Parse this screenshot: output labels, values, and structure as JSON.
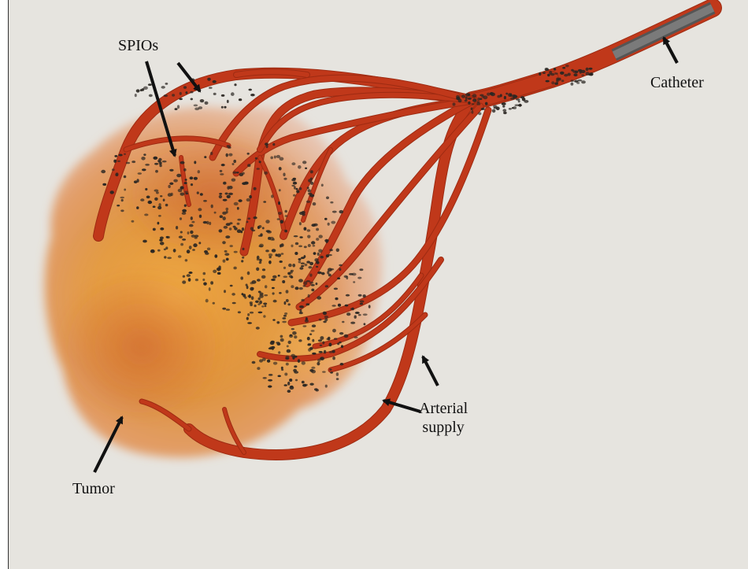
{
  "labels": {
    "spios": "SPIOs",
    "catheter": "Catheter",
    "arterial_line1": "Arterial",
    "arterial_line2": "supply",
    "tumor": "Tumor"
  },
  "colors": {
    "background": "#e6e4df",
    "vessel": "#c0381a",
    "vessel_dark": "#9e2b12",
    "catheter": "#6b6b6b",
    "tumor_core": "#d9892e",
    "tumor_edge": "#e4a27a",
    "particles": "#2a2622"
  }
}
